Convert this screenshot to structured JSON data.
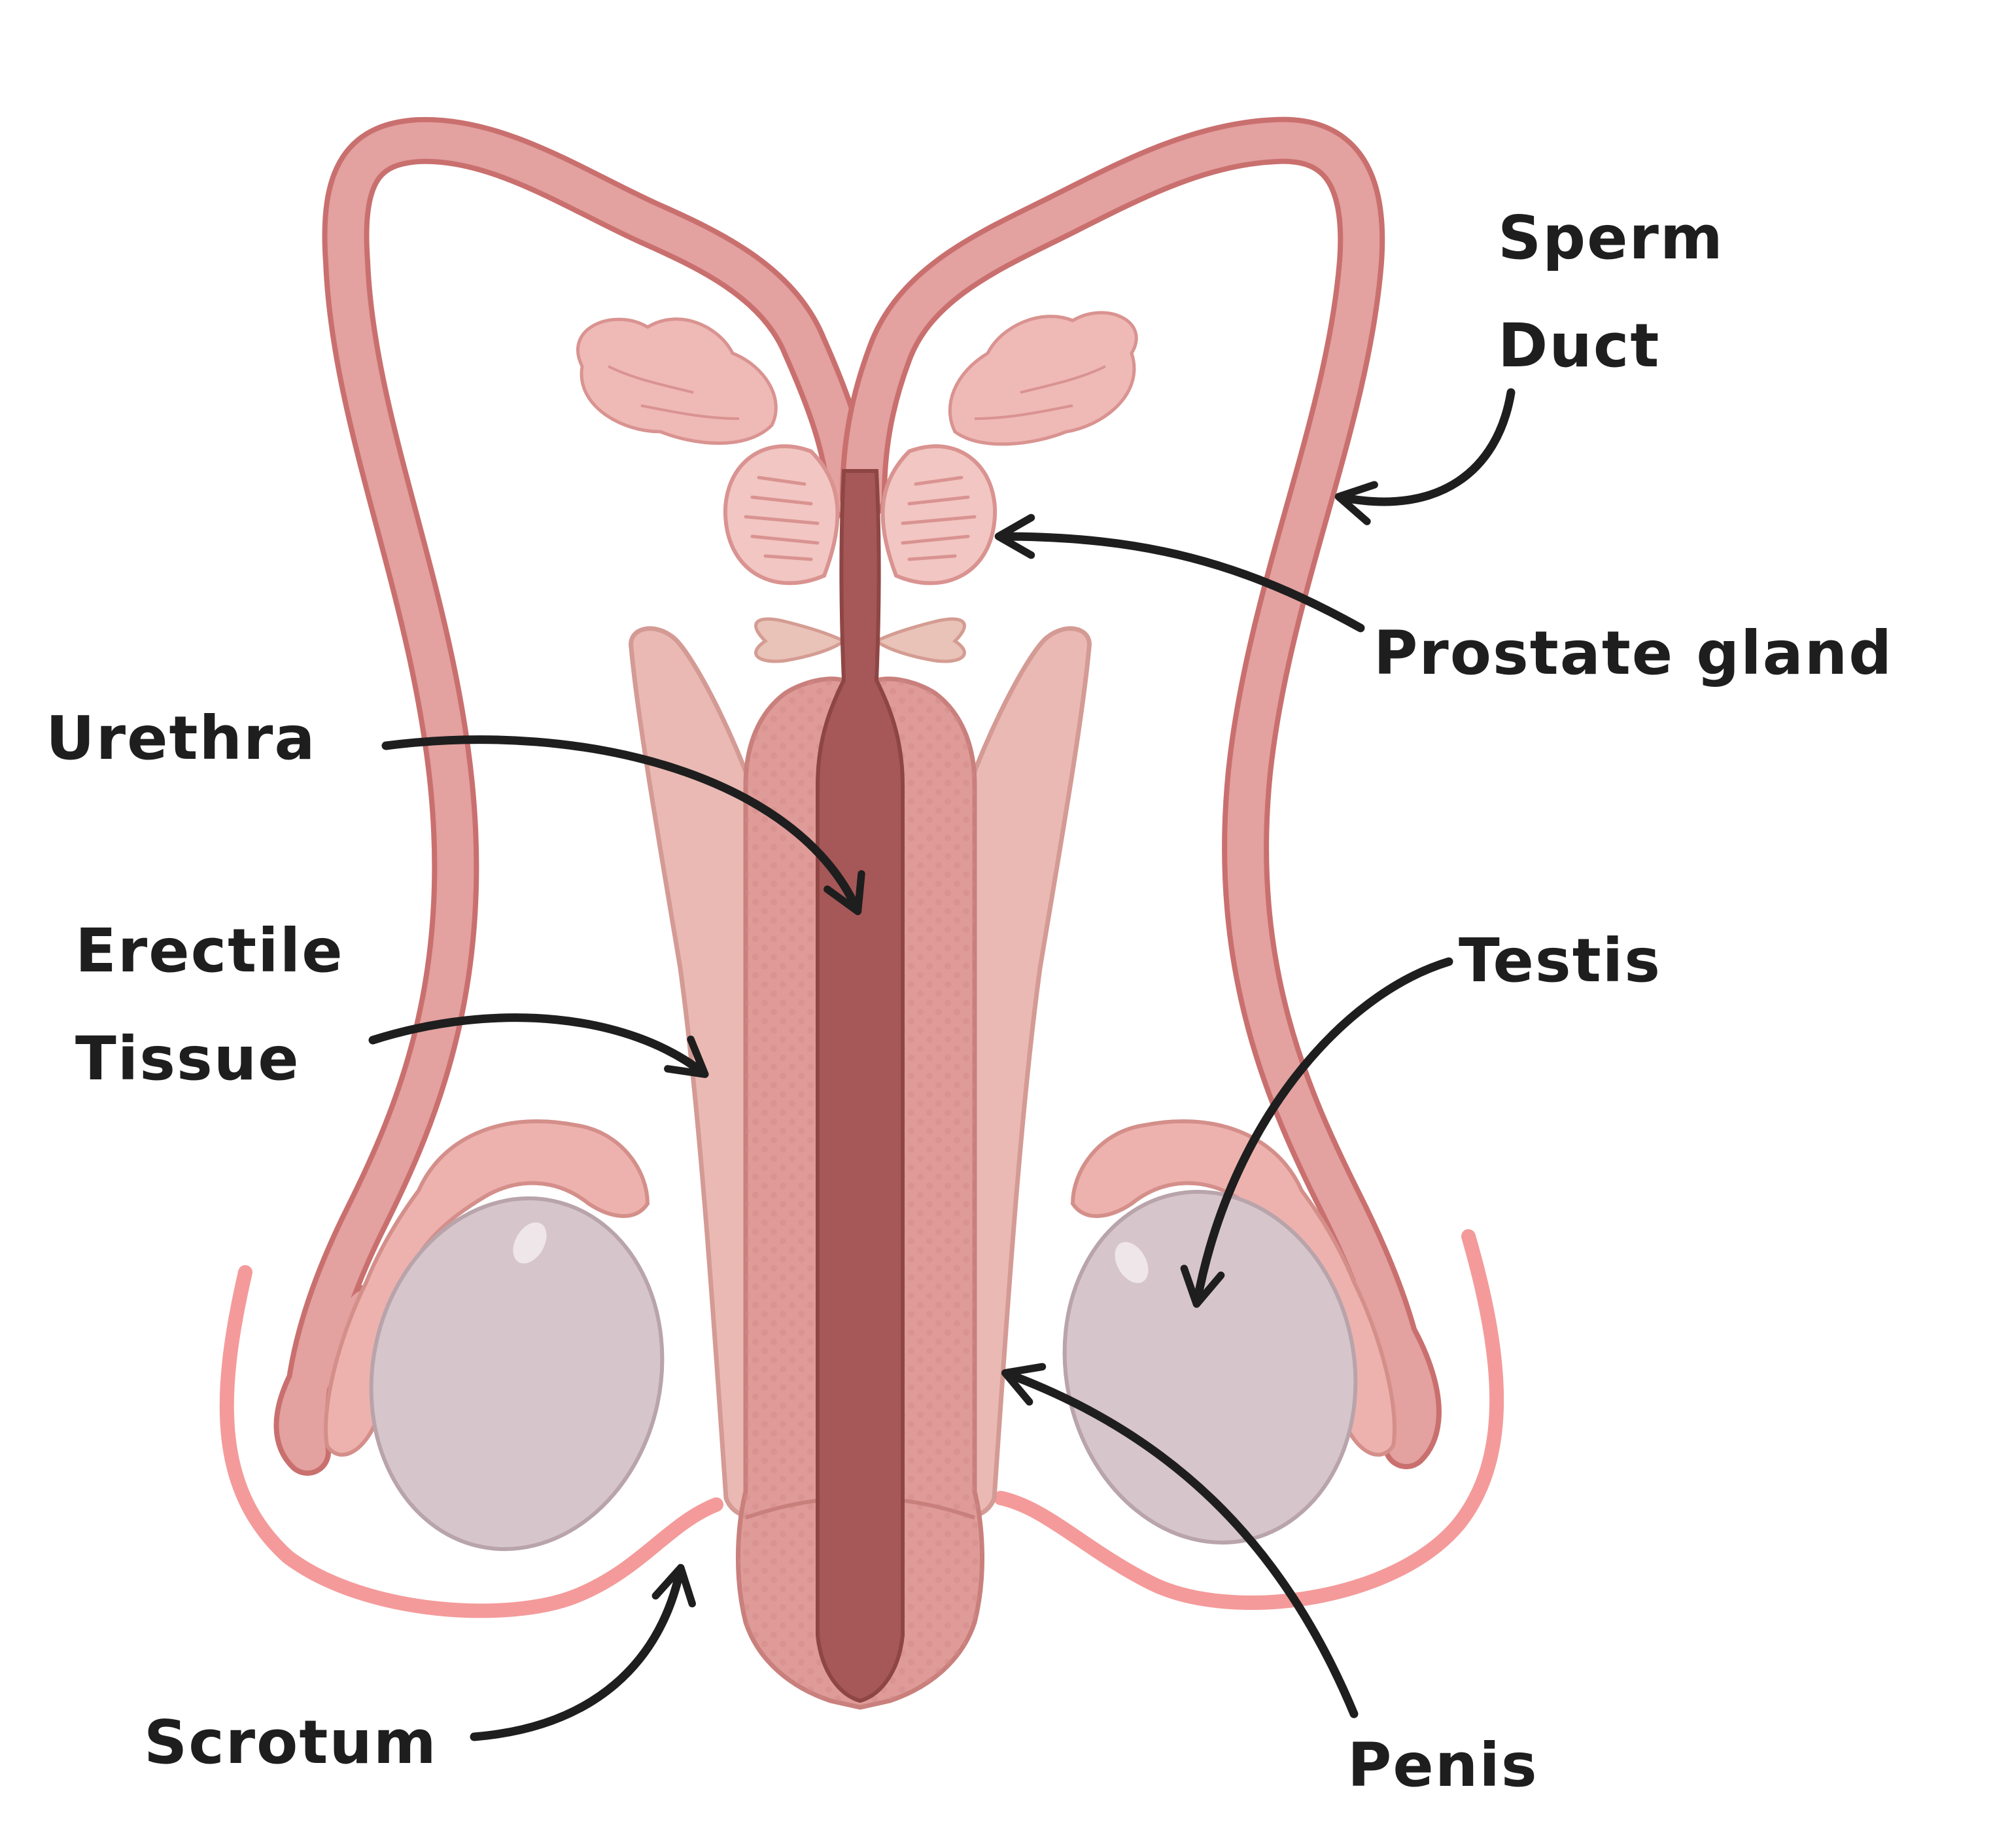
{
  "labels": {
    "sperm_duct_line1": "Sperm",
    "sperm_duct_line2": "Duct",
    "prostate_gland": "Prostate gland",
    "urethra": "Urethra",
    "erectile_line1": "Erectile",
    "erectile_line2": "Tissue",
    "testis": "Testis",
    "scrotum": "Scrotum",
    "penis": "Penis"
  },
  "colors": {
    "duct_outline": "#c9706f",
    "duct_fill": "#e3a1a0",
    "glands": "#efb9b6",
    "prostate": "#f2c6c2",
    "erectile": "#eab9b3",
    "spongy": "#df9b98",
    "urethra": "#a55857",
    "testis": "#d6c5ca",
    "epididymis": "#eeb2ae",
    "scrotum": "#f49a9a",
    "arrow": "#1e1e1e"
  }
}
